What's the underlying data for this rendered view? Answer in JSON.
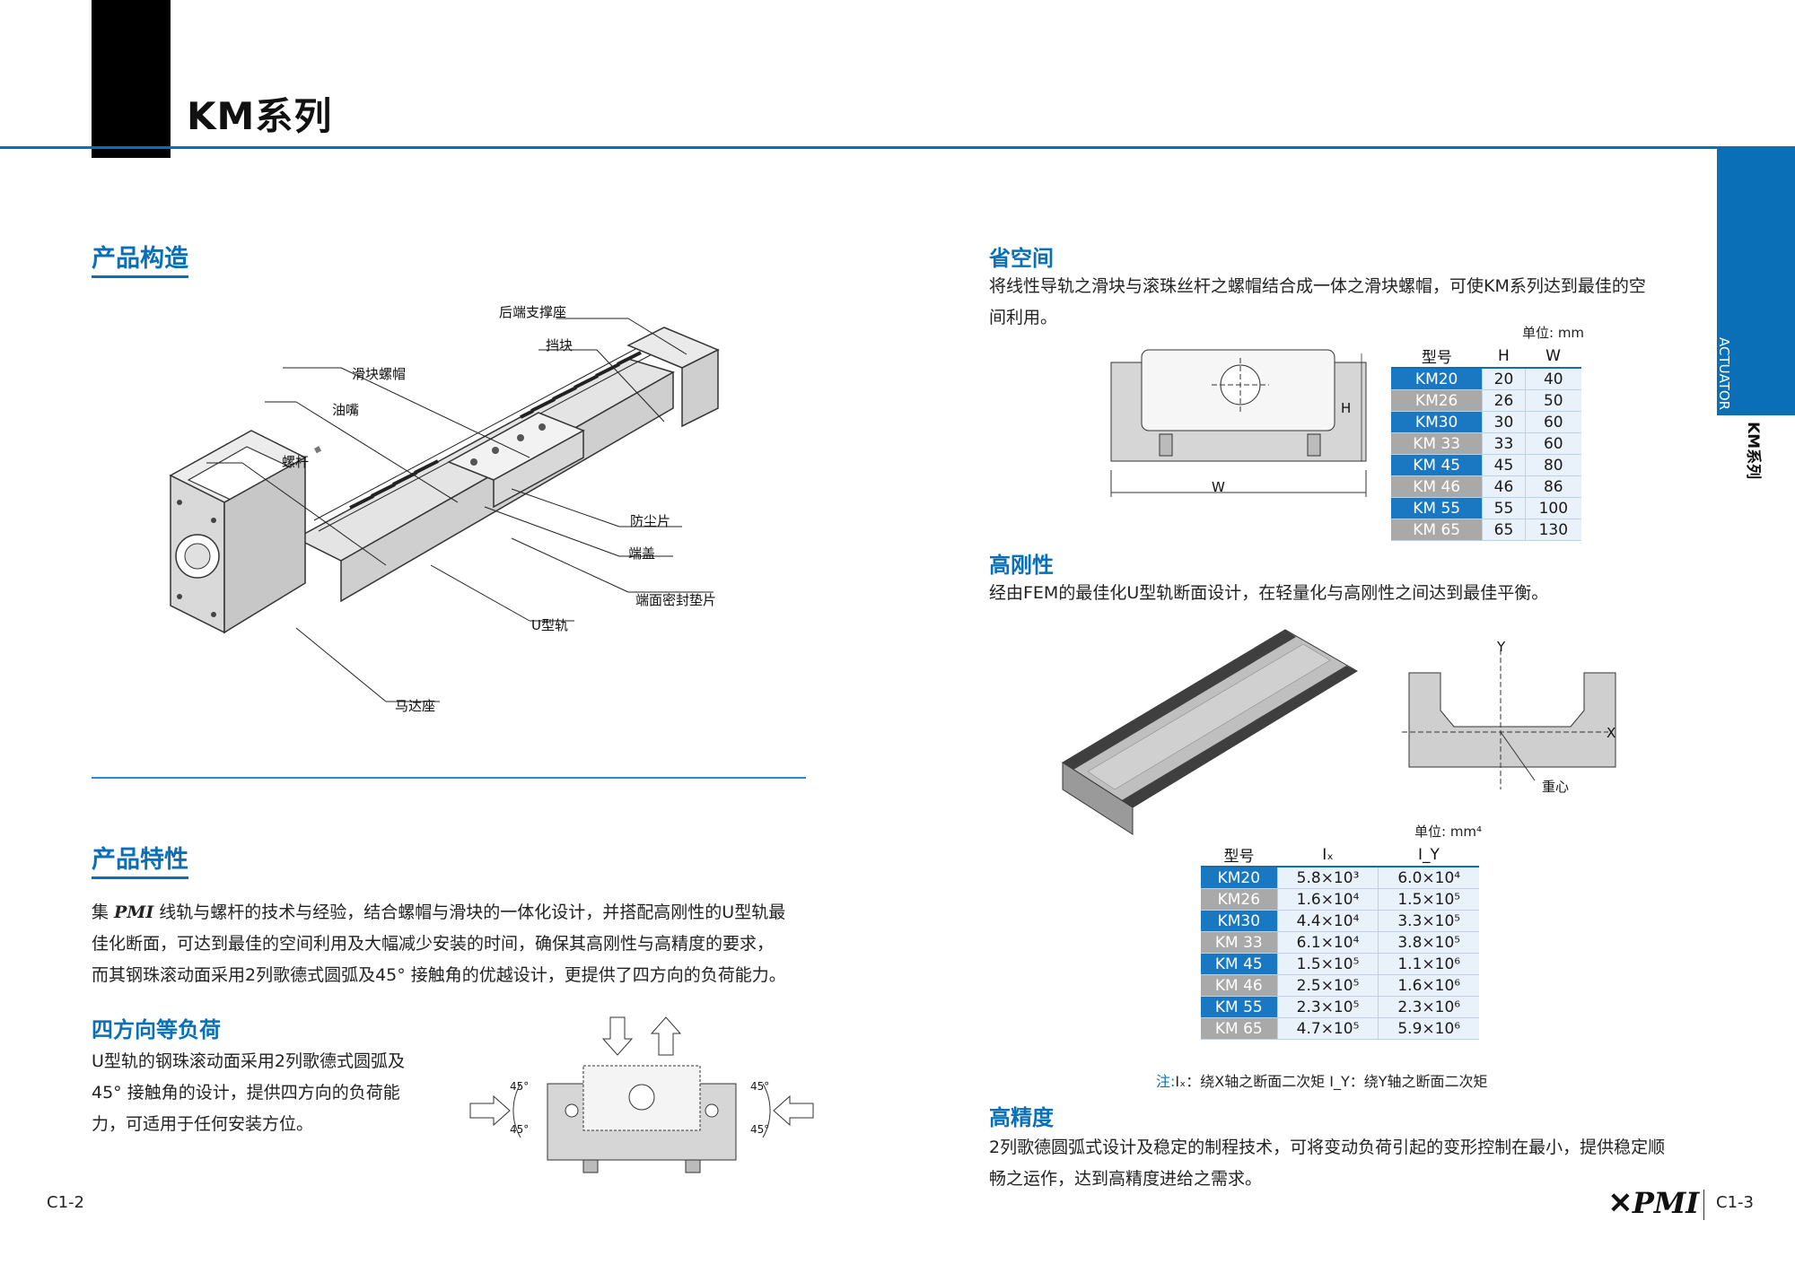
{
  "header": {
    "title": "KM系列"
  },
  "sidetab": {
    "en": "ACTUATOR",
    "cn": "KM系列"
  },
  "structure": {
    "title": "产品构造",
    "labels": {
      "rear_support": "后端支撑座",
      "stopper": "挡块",
      "nut_slider": "滑块螺帽",
      "grease_nipple": "油嘴",
      "screw": "螺杆",
      "dust_strip": "防尘片",
      "end_cap": "端盖",
      "end_seal": "端面密封垫片",
      "u_rail": "U型轨",
      "motor_seat": "马达座"
    }
  },
  "features": {
    "title": "产品特性",
    "text_pre": "集 ",
    "brand": "PMI",
    "text_lines": [
      " 线轨与螺杆的技术与经验，结合螺帽与滑块的一体化设计，并搭配高刚性的U型轨最",
      "佳化断面，可达到最佳的空间利用及大幅减少安装的时间，确保其高刚性与高精度的要求，",
      "而其钢珠滚动面采用2列歌德式圆弧及45° 接触角的优越设计，更提供了四方向的负荷能力。"
    ]
  },
  "four_way": {
    "title": "四方向等负荷",
    "lines": [
      "U型轨的钢珠滚动面采用2列歌德式圆弧及",
      "45° 接触角的设计，提供四方向的负荷能",
      "力，可适用于任何安装方位。"
    ],
    "angle": "45°"
  },
  "space": {
    "title": "省空间",
    "lines": [
      "将线性导轨之滑块与滚珠丝杆之螺帽结合成一体之滑块螺帽，可使KM系列达到最佳的空",
      "间利用。"
    ],
    "dim_h": "H",
    "dim_w": "W",
    "unit": "单位: mm",
    "table": {
      "headers": [
        "型号",
        "H",
        "W"
      ],
      "rows": [
        [
          "KM20",
          "20",
          "40"
        ],
        [
          "KM26",
          "26",
          "50"
        ],
        [
          "KM30",
          "30",
          "60"
        ],
        [
          "KM 33",
          "33",
          "60"
        ],
        [
          "KM 45",
          "45",
          "80"
        ],
        [
          "KM 46",
          "46",
          "86"
        ],
        [
          "KM 55",
          "55",
          "100"
        ],
        [
          "KM 65",
          "65",
          "130"
        ]
      ]
    }
  },
  "rigidity": {
    "title": "高刚性",
    "text": "经由FEM的最佳化U型轨断面设计，在轻量化与高刚性之间达到最佳平衡。",
    "axis_x": "X",
    "axis_y": "Y",
    "centroid": "重心",
    "unit": "单位: mm⁴",
    "table": {
      "headers": [
        "型号",
        "Iₓ",
        "I_Y"
      ],
      "rows": [
        [
          "KM20",
          "5.8×10³",
          "6.0×10⁴"
        ],
        [
          "KM26",
          "1.6×10⁴",
          "1.5×10⁵"
        ],
        [
          "KM30",
          "4.4×10⁴",
          "3.3×10⁵"
        ],
        [
          "KM 33",
          "6.1×10⁴",
          "3.8×10⁵"
        ],
        [
          "KM 45",
          "1.5×10⁵",
          "1.1×10⁶"
        ],
        [
          "KM 46",
          "2.5×10⁵",
          "1.6×10⁶"
        ],
        [
          "KM 55",
          "2.3×10⁵",
          "2.3×10⁶"
        ],
        [
          "KM 65",
          "4.7×10⁵",
          "5.9×10⁶"
        ]
      ]
    },
    "note_prefix": "注:",
    "note_text": "Iₓ：绕X轴之断面二次矩   I_Y：绕Y轴之断面二次矩"
  },
  "precision": {
    "title": "高精度",
    "lines": [
      "2列歌德圆弧式设计及稳定的制程技术，可将变动负荷引起的变形控制在最小，提供稳定顺",
      "畅之运作，达到高精度进给之需求。"
    ]
  },
  "footer": {
    "left": "C1-2",
    "right": "C1-3",
    "logo": "PMI"
  }
}
